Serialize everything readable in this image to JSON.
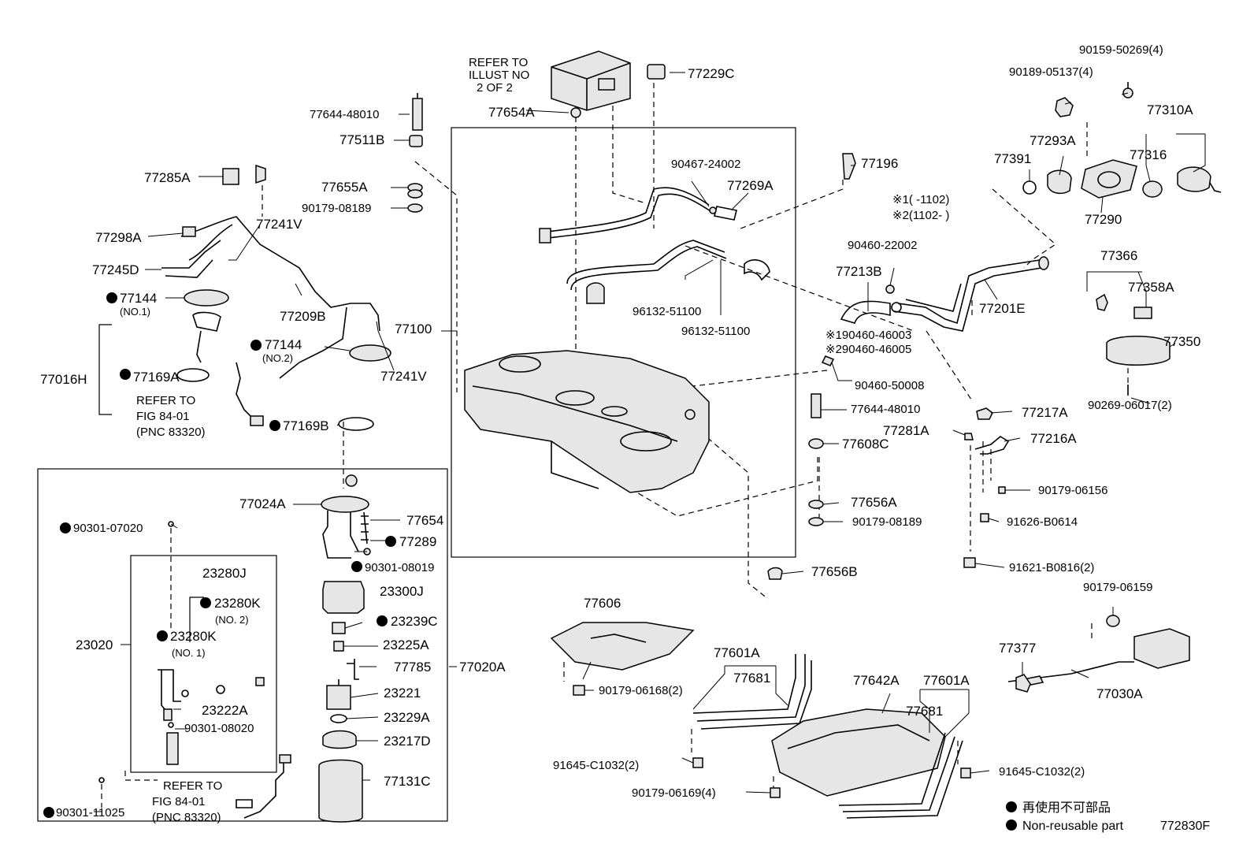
{
  "labels": {
    "refer_illust_1": "REFER TO",
    "refer_illust_2": "ILLUST NO",
    "refer_illust_3": "2 OF 2",
    "p77229C": "77229C",
    "p90159": "90159-50269(4)",
    "p90189": "90189-05137(4)",
    "p77644_top": "77644-48010",
    "p77654A": "77654A",
    "p77511B": "77511B",
    "p77310A": "77310A",
    "p77293A": "77293A",
    "p77285A": "77285A",
    "p90467": "90467-24002",
    "p77269A": "77269A",
    "p77196": "77196",
    "p77391": "77391",
    "p77316": "77316",
    "p77655A": "77655A",
    "p90179_08189_top": "90179-08189",
    "note1": "※1(   -1102)",
    "note2": "※2(1102-   )",
    "p77298A": "77298A",
    "p77241V_top": "77241V",
    "p77290": "77290",
    "p77245D": "77245D",
    "p90460_22002": "90460-22002",
    "p77366": "77366",
    "p77144_no1": "77144",
    "no1": "(NO.1)",
    "p77213B": "77213B",
    "p77358A": "77358A",
    "p77209B": "77209B",
    "p96132_a": "96132-51100",
    "p77201E": "77201E",
    "p77100": "77100",
    "p96132_b": "96132-51100",
    "p90460_46003": "※190460-46003",
    "p77350": "77350",
    "p77144_no2": "77144",
    "no2": "(NO.2)",
    "p90460_46005": "※290460-46005",
    "p77016H": "77016H",
    "p77169A": "77169A",
    "p77241V_mid": "77241V",
    "p90460_50008": "90460-50008",
    "p90269": "90269-06017(2)",
    "refer_fig_a1": "REFER TO",
    "refer_fig_a2": "FIG 84-01",
    "refer_fig_a3": "(PNC 83320)",
    "p77644_mid": "77644-48010",
    "p77217A": "77217A",
    "p77169B": "77169B",
    "p77281A": "77281A",
    "p77216A": "77216A",
    "p77608C": "77608C",
    "p90179_06156": "90179-06156",
    "p77024A": "77024A",
    "p77654": "77654",
    "p77656A": "77656A",
    "p90301_07020": "90301-07020",
    "p90179_08189_mid": "90179-08189",
    "p91626": "91626-B0614",
    "p77289": "77289",
    "p90301_08019": "90301-08019",
    "p91621": "91621-B0816(2)",
    "p23280J": "23280J",
    "p77656B": "77656B",
    "p23300J": "23300J",
    "p23280K_no2": "23280K",
    "no2b": "(NO. 2)",
    "p77606": "77606",
    "p90179_06159": "90179-06159",
    "p23239C": "23239C",
    "p23020": "23020",
    "p23280K_no1": "23280K",
    "no1b": "(NO. 1)",
    "p23225A": "23225A",
    "p77377": "77377",
    "p77785": "77785",
    "p77020A": "77020A",
    "p77601A_a": "77601A",
    "p77681_a": "77681",
    "p77642A": "77642A",
    "p77601A_b": "77601A",
    "p90179_06168": "90179-06168(2)",
    "p23221": "23221",
    "p77030A": "77030A",
    "p23222A": "23222A",
    "p77681_b": "77681",
    "p23229A": "23229A",
    "p90301_08020": "90301-08020",
    "p23217D": "23217D",
    "p91645_a": "91645-C1032(2)",
    "p91645_b": "91645-C1032(2)",
    "p77131C": "77131C",
    "refer_fig_b1": "REFER TO",
    "refer_fig_b2": "FIG 84-01",
    "refer_fig_b3": "(PNC 83320)",
    "p90179_06169": "90179-06169(4)",
    "p90301_11025": "90301-11025"
  },
  "legend": {
    "jp": "再使用不可部品",
    "en": "Non-reusable part",
    "code": "772830F"
  }
}
